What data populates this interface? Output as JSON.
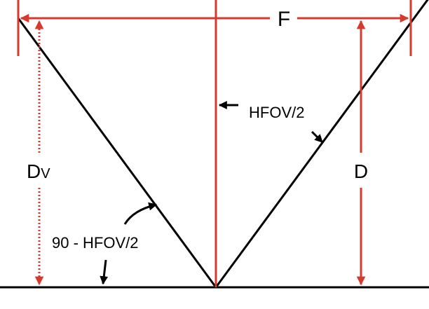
{
  "colors": {
    "red": "#d63a2f",
    "black": "#000000",
    "background": "#ffffff"
  },
  "labels": {
    "f": "F",
    "d": "D",
    "dv_main": "D",
    "dv_sub": "V",
    "hfov_half": "HFOV/2",
    "complement": "90 - HFOV/2"
  }
}
